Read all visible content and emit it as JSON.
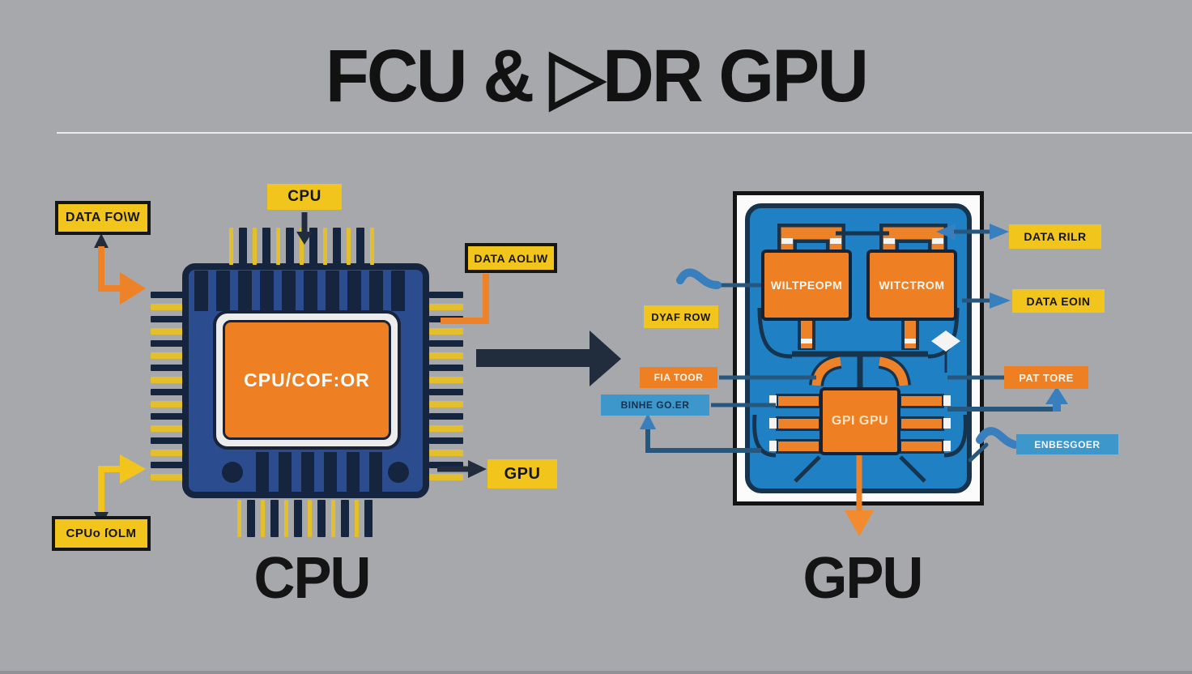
{
  "title": "FCU & ▷DR GPU",
  "left_panel": {
    "caption": "CPU",
    "chip_die_label": "CPU/COF:OR",
    "label_data_flow": "DATA FO\\W",
    "label_cpu_top": "CPU",
    "label_data_aoliw": "DATA AOLIW",
    "label_gpu": "GPU",
    "label_cpu_olm": "CPUo ſOLM"
  },
  "right_panel": {
    "caption": "GPU",
    "block_left": "WILTPEOPM",
    "block_right": "WITCTROM",
    "block_center": "GPI GPU",
    "label_dyaf_row": "DYAF ROW",
    "label_fia_toor": "FIA TOOR",
    "label_binhe_goer": "BINHE GO.ER",
    "label_data_rilr": "DATA RILR",
    "label_data_eoin": "DATA EOIN",
    "label_pat_tore": "PAT TORE",
    "label_enbesgoer": "ENBESGOER"
  },
  "colors": {
    "background": "#a7a8ab",
    "accent_yellow": "#f2c51d",
    "pin_yellow": "#e3bf2c",
    "accent_orange": "#ee7f22",
    "chip_blue": "#2b4c8e",
    "chip_dark": "#16253f",
    "board_blue": "#1f81c4",
    "board_dark": "#17344f",
    "label_blue": "#3e97cb",
    "arrow_dark": "#212c3c",
    "line_blue": "#27577d",
    "arrowhead_blue": "#3a7fbd"
  }
}
